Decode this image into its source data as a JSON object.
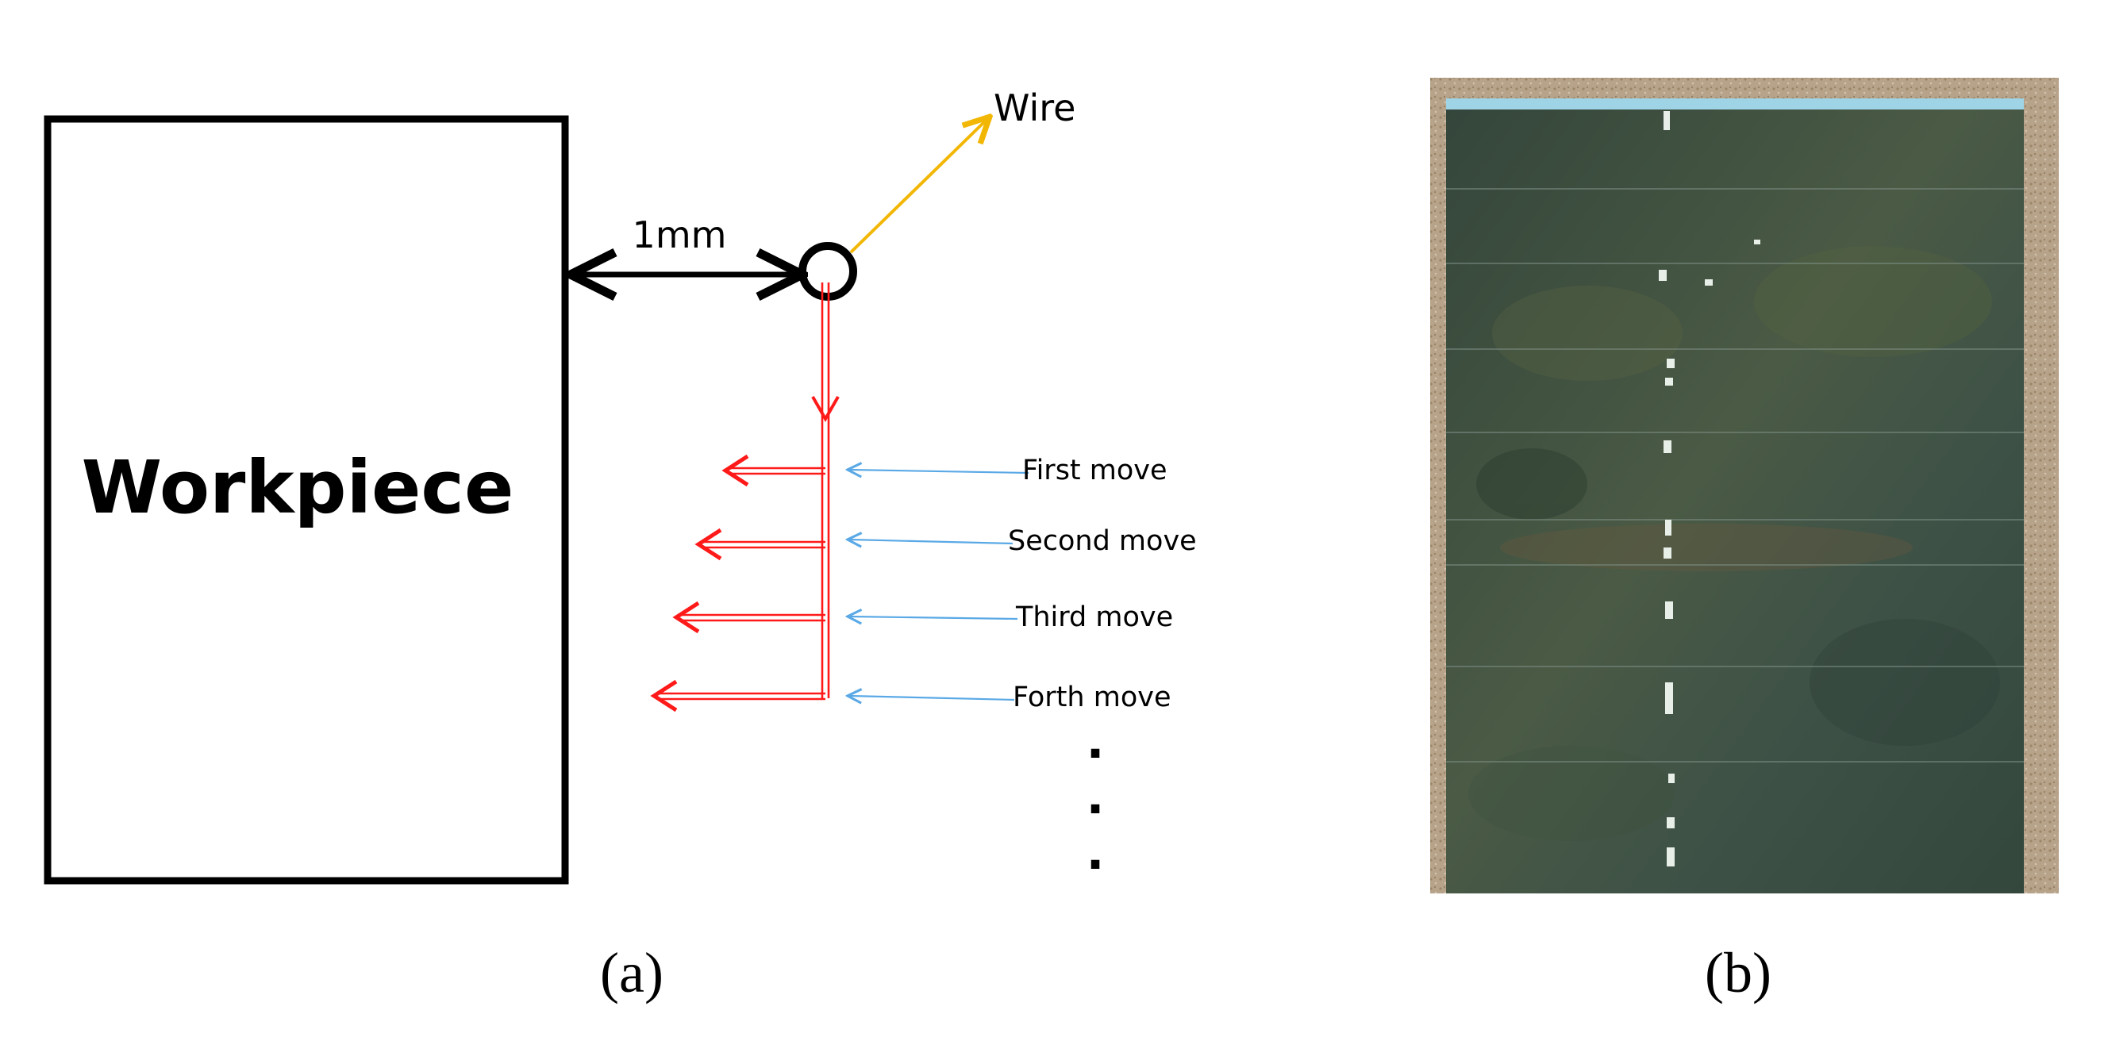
{
  "figure": {
    "panel_a": {
      "caption": "(a)",
      "workpiece_label": "Workpiece",
      "gap_label": "1mm",
      "wire_label": "Wire",
      "moves": [
        "First move",
        "Second move",
        "Third move",
        "Forth move"
      ],
      "ellipsis": [
        "·",
        "·",
        "·"
      ]
    },
    "panel_b": {
      "caption": "(b)"
    },
    "colors": {
      "outline": "#000000",
      "cut_path": "#ff1a1a",
      "pointer": "#5aa9e6",
      "wire_pointer": "#f2b705",
      "specimen": "#3e4f43",
      "specimen_edge": "#9fd4e6",
      "background_sand": "#b7a38a",
      "mark": "#e8efe9"
    }
  }
}
